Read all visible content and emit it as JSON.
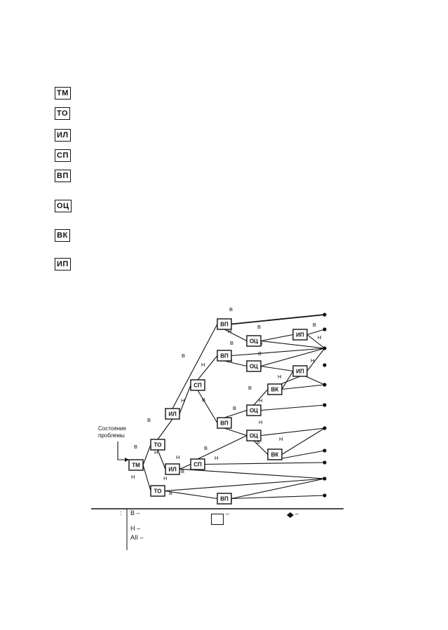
{
  "legend": {
    "items": [
      {
        "code": "ТМ"
      },
      {
        "code": "ТО"
      },
      {
        "code": "ИЛ"
      },
      {
        "code": "СП"
      },
      {
        "code": "ВП"
      },
      {
        "code": "ОЦ"
      },
      {
        "code": "ВК"
      },
      {
        "code": "ИП"
      }
    ]
  },
  "diagram": {
    "start_label_line1": "Состояние",
    "start_label_line2": "проблемы",
    "nodes": [
      {
        "id": "n_tm",
        "label": "ТМ"
      },
      {
        "id": "n_to1",
        "label": "ТО"
      },
      {
        "id": "n_to2",
        "label": "ТО"
      },
      {
        "id": "n_il1",
        "label": "ИЛ"
      },
      {
        "id": "n_il2",
        "label": "ИЛ"
      },
      {
        "id": "n_sp1",
        "label": "СП"
      },
      {
        "id": "n_sp2",
        "label": "СП"
      },
      {
        "id": "n_vp1",
        "label": "ВП"
      },
      {
        "id": "n_vp2",
        "label": "ВП"
      },
      {
        "id": "n_vp3",
        "label": "ВП"
      },
      {
        "id": "n_vp4",
        "label": "ВП"
      },
      {
        "id": "n_oc1",
        "label": "ОЦ"
      },
      {
        "id": "n_oc2",
        "label": "ОЦ"
      },
      {
        "id": "n_oc3",
        "label": "ОЦ"
      },
      {
        "id": "n_oc4",
        "label": "ОЦ"
      },
      {
        "id": "n_ip1",
        "label": "ИП"
      },
      {
        "id": "n_ip2",
        "label": "ИП"
      },
      {
        "id": "n_vk1",
        "label": "ВК"
      },
      {
        "id": "n_vk2",
        "label": "ВК"
      }
    ],
    "edge_labels": {
      "yes": "В",
      "no": "Н"
    }
  },
  "key": {
    "yes_line": "В –",
    "no_line": "Н –",
    "alt_line": "АII –",
    "square_dash": "–",
    "dot_dash": "–"
  }
}
